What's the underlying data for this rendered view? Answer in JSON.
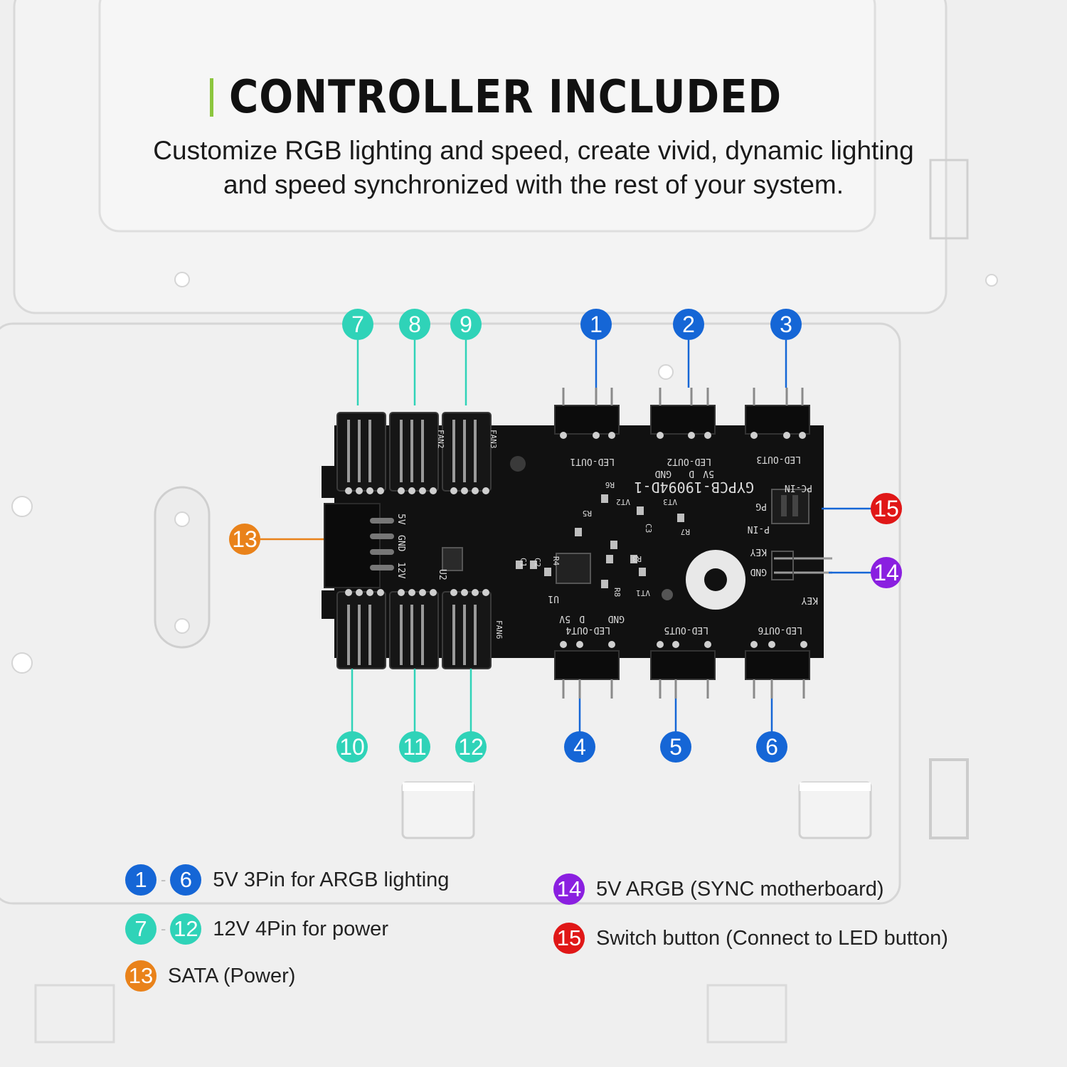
{
  "header": {
    "title": "CONTROLLER INCLUDED",
    "subtitle_line1": "Customize RGB lighting and speed, create vivid, dynamic lighting",
    "subtitle_line2": "and speed synchronized with the rest of your system."
  },
  "colors": {
    "accent": "#8cc63e",
    "argb_blue": "#1566d6",
    "power_teal": "#2fd3b8",
    "sata_orange": "#e9821a",
    "sync_purple": "#8a1fe0",
    "switch_red": "#e01717",
    "pcb": "#111111"
  },
  "callouts": [
    {
      "num": "1",
      "group": "argb_blue"
    },
    {
      "num": "2",
      "group": "argb_blue"
    },
    {
      "num": "3",
      "group": "argb_blue"
    },
    {
      "num": "4",
      "group": "argb_blue"
    },
    {
      "num": "5",
      "group": "argb_blue"
    },
    {
      "num": "6",
      "group": "argb_blue"
    },
    {
      "num": "7",
      "group": "power_teal"
    },
    {
      "num": "8",
      "group": "power_teal"
    },
    {
      "num": "9",
      "group": "power_teal"
    },
    {
      "num": "10",
      "group": "power_teal"
    },
    {
      "num": "11",
      "group": "power_teal"
    },
    {
      "num": "12",
      "group": "power_teal"
    },
    {
      "num": "13",
      "group": "sata_orange"
    },
    {
      "num": "14",
      "group": "sync_purple"
    },
    {
      "num": "15",
      "group": "switch_red"
    }
  ],
  "pcb_labels": {
    "led_out1": "LED-OUT1",
    "led_out2": "LED-OUT2",
    "led_out3": "LED-OUT3",
    "led_out4": "LED-OUT4",
    "led_out5": "LED-OUT5",
    "led_out6": "LED-OUT6",
    "board_id": "GYPCB-19094D-1",
    "pin_5v": "5V",
    "pin_d": "D",
    "pin_gnd": "GND",
    "pin_12v": "12V",
    "pc_in": "PC-IN",
    "pg": "PG",
    "p_in": "P-IN",
    "key": "KEY",
    "fan2": "FAN2",
    "fan3": "FAN3",
    "fan6": "FAN6",
    "u1": "U1",
    "u2": "U2",
    "r3": "R3",
    "r4": "R4",
    "r5": "R5",
    "r6": "R6",
    "r7": "R7",
    "r8": "R8",
    "c1": "C1",
    "c2": "C2",
    "c3": "C3",
    "vt1": "VT1",
    "vt2": "VT2",
    "vt3": "VT3"
  },
  "legend": {
    "row1": {
      "from": "1",
      "to": "6",
      "text": "5V 3Pin for ARGB lighting"
    },
    "row2": {
      "from": "7",
      "to": "12",
      "text": "12V 4Pin for power"
    },
    "row3": {
      "num": "13",
      "text": "SATA (Power)"
    },
    "row4": {
      "num": "14",
      "text": "5V ARGB (SYNC motherboard)"
    },
    "row5": {
      "num": "15",
      "text": "Switch button (Connect to LED button)"
    }
  }
}
